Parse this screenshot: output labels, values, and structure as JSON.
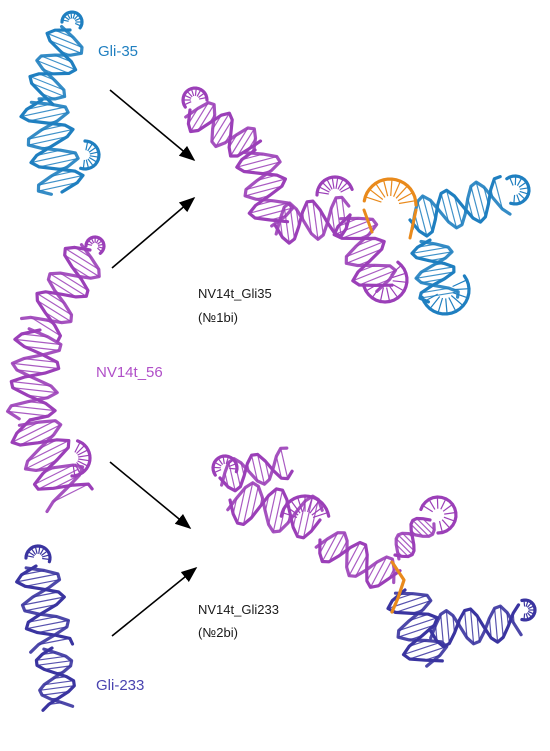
{
  "labels": {
    "gli35": "Gli-35",
    "nv14t56": "NV14t_56",
    "gli233": "Gli-233",
    "complex1_name": "NV14t_Gli35",
    "complex1_id": "(№1bi)",
    "complex2_name": "NV14t_Gli233",
    "complex2_id": "(№2bi)"
  },
  "colors": {
    "gli35": "#1f7fc0",
    "nv14t": "#9b3fb8",
    "gli233": "#3a34a0",
    "interface": "#e98a1c",
    "text": "#1a1a1a"
  }
}
